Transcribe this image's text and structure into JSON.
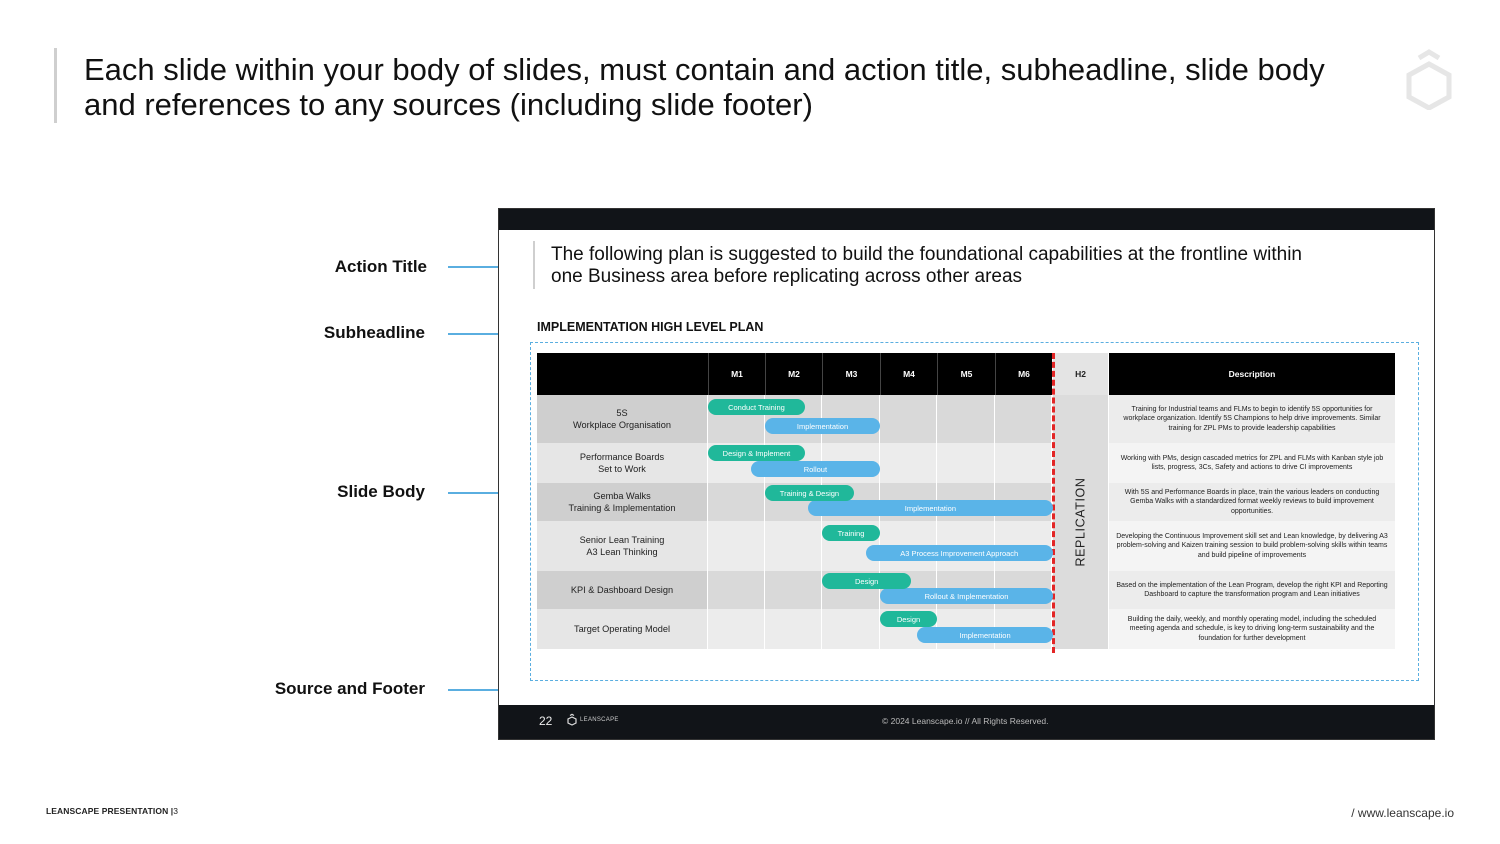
{
  "page": {
    "title_line1": "Each slide within your body of slides, must contain and action title, subheadline, slide body",
    "title_line2": "and references to any sources (including slide footer)",
    "footer_left": "LEANSCAPE PRESENTATION |",
    "footer_page": "3",
    "footer_right": "/ www.leanscape.io"
  },
  "callouts": [
    {
      "label": "Action Title"
    },
    {
      "label": "Subheadline"
    },
    {
      "label": "Slide Body"
    },
    {
      "label": "Source and Footer"
    }
  ],
  "callout_color": "#5aaee0",
  "slide": {
    "title_line1": "The following plan is suggested to build the foundational capabilities at the frontline within",
    "title_line2": "one Business area before replicating across other areas",
    "subheadline": "IMPLEMENTATION HIGH LEVEL PLAN",
    "footer": {
      "page_number": "22",
      "logo_text": "LEANSCAPE",
      "copyright": "© 2024 Leanscape.io // All Rights Reserved."
    }
  },
  "gantt": {
    "headers": {
      "months": [
        "M1",
        "M2",
        "M3",
        "M4",
        "M5",
        "M6"
      ],
      "h2": "H2",
      "description": "Description"
    },
    "replication_label": "REPLICATION",
    "colors": {
      "blue": "#5ab4e8",
      "green": "#20b89a",
      "divider": "#e32626"
    },
    "rows": [
      {
        "label_line1": "5S",
        "label_line2": "Workplace Organisation",
        "bars": [
          {
            "label": "Conduct Training",
            "color": "green",
            "start_month": 1.0,
            "end_month": 2.7,
            "lane": "top"
          },
          {
            "label": "Implementation",
            "color": "blue",
            "start_month": 2.0,
            "end_month": 4.0,
            "lane": "bottom"
          }
        ],
        "description": "Training for Industrial teams and FLMs to begin to identify 5S opportunities for workplace organization. Identify 5S Champions to help drive improvements. Similar training for ZPL PMs to provide leadership capabilities"
      },
      {
        "label_line1": "Performance Boards",
        "label_line2": "Set to Work",
        "bars": [
          {
            "label": "Design & Implement",
            "color": "green",
            "start_month": 1.0,
            "end_month": 2.7,
            "lane": "top"
          },
          {
            "label": "Rollout",
            "color": "blue",
            "start_month": 1.75,
            "end_month": 4.0,
            "lane": "bottom"
          }
        ],
        "description": "Working with PMs, design cascaded metrics for ZPL and FLMs with Kanban style job lists, progress, 3Cs, Safety and actions to drive CI improvements"
      },
      {
        "label_line1": "Gemba Walks",
        "label_line2": "Training & Implementation",
        "bars": [
          {
            "label": "Training & Design",
            "color": "green",
            "start_month": 2.0,
            "end_month": 3.55,
            "lane": "top"
          },
          {
            "label": "Implementation",
            "color": "blue",
            "start_month": 2.75,
            "end_month": 7.0,
            "lane": "bottom"
          }
        ],
        "description": "With 5S and Performance Boards in place, train the various leaders on conducting Gemba Walks with a standardized format weekly reviews to build improvement opportunities."
      },
      {
        "label_line1": "Senior Lean Training",
        "label_line2": "A3 Lean Thinking",
        "bars": [
          {
            "label": "Training",
            "color": "green",
            "start_month": 3.0,
            "end_month": 4.0,
            "lane": "top"
          },
          {
            "label": "A3 Process Improvement Approach",
            "color": "blue",
            "start_month": 3.75,
            "end_month": 7.0,
            "lane": "bottom"
          }
        ],
        "description": "Developing the Continuous Improvement skill set and Lean knowledge, by delivering A3 problem-solving and Kaizen training session to build problem-solving skills within teams and build pipeline of improvements"
      },
      {
        "label_line1": "KPI & Dashboard Design",
        "label_line2": "",
        "bars": [
          {
            "label": "Design",
            "color": "green",
            "start_month": 3.0,
            "end_month": 4.55,
            "lane": "top"
          },
          {
            "label": "Rollout & Implementation",
            "color": "blue",
            "start_month": 4.0,
            "end_month": 7.0,
            "lane": "bottom"
          }
        ],
        "description": "Based on the implementation of the Lean Program, develop the right KPI and Reporting Dashboard to capture the transformation program and Lean initiatives"
      },
      {
        "label_line1": "Target Operating Model",
        "label_line2": "",
        "bars": [
          {
            "label": "Design",
            "color": "green",
            "start_month": 4.0,
            "end_month": 5.0,
            "lane": "top"
          },
          {
            "label": "Implementation",
            "color": "blue",
            "start_month": 4.65,
            "end_month": 7.0,
            "lane": "bottom"
          }
        ],
        "description": "Building the daily, weekly, and monthly operating model, including the scheduled meeting agenda and schedule, is key to driving long-term sustainability and the foundation for further development"
      }
    ]
  }
}
